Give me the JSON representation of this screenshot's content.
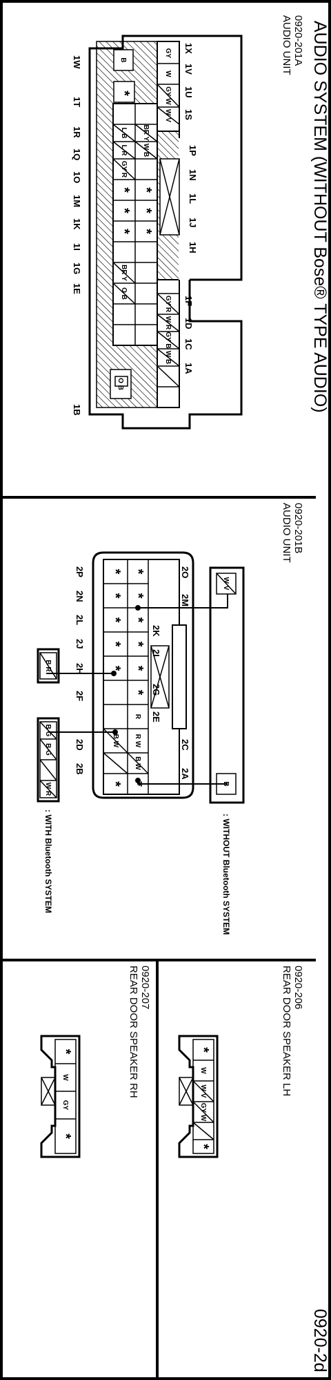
{
  "page": {
    "title": "AUDIO SYSTEM (WITHOUT Bose® TYPE AUDIO)",
    "code": "0920-2d"
  },
  "connectors": {
    "c201a": {
      "code": "0920-201A",
      "name": "AUDIO UNIT",
      "pins_top": [
        "1X",
        "1V",
        "1U",
        "1S",
        "1P",
        "1N",
        "1L",
        "1J",
        "1H",
        "1F",
        "1D",
        "1C",
        "1A"
      ],
      "pins_bottom": [
        "1W",
        "1T",
        "1R",
        "1Q",
        "1O",
        "1M",
        "1K",
        "1I",
        "1G",
        "1E",
        "1B"
      ],
      "wires_upper": [
        "GY",
        "W",
        "GY W",
        "W V",
        "BR Y",
        "W B",
        "GY R",
        "W R",
        "GY B",
        "W B"
      ],
      "wires_lower": [
        "B",
        "L B",
        "L R",
        "GY R",
        "BR Y",
        "O B",
        "O B"
      ]
    },
    "c201b": {
      "code": "0920-201B",
      "name": "AUDIO UNIT",
      "pins_top": [
        "2O",
        "2M",
        "2K",
        "2I",
        "2G",
        "2E",
        "2C",
        "2A"
      ],
      "pins_bottom": [
        "2P",
        "2N",
        "2L",
        "2J",
        "2H",
        "2F",
        "2D",
        "2B"
      ],
      "wires": [
        "R",
        "R W",
        "B W",
        "B W",
        "W V",
        "B",
        "B R",
        "B G",
        "B G",
        "W R"
      ]
    },
    "c206": {
      "code": "0920-206",
      "name": "REAR DOOR SPEAKER LH",
      "wires": [
        "W",
        "W V",
        "GY W"
      ]
    },
    "c207": {
      "code": "0920-207",
      "name": "REAR DOOR SPEAKER RH",
      "wires": [
        "W",
        "GY"
      ]
    }
  },
  "notes": {
    "without_bt": ": WITHOUT Bluetooth SYSTEM",
    "with_bt": ": WITH Bluetooth SYSTEM"
  }
}
